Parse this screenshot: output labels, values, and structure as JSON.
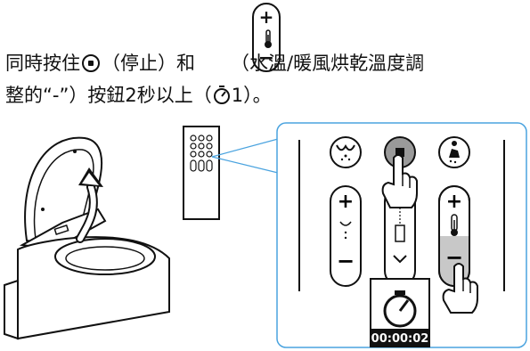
{
  "instruction": {
    "part1": "同時按住",
    "part2": "（停止）和",
    "part3": "（水溫/暖風烘乾溫度調",
    "line2_part1": "整的“-”）按鈕2秒以上（",
    "line2_timer_count": "1",
    "line2_part2": "）。",
    "plus": "+",
    "minus": "−"
  },
  "panel": {
    "plus_left": "+",
    "minus_left": "−",
    "plus_right": "+",
    "minus_right": "−",
    "timer_display": "00:00:02"
  },
  "colors": {
    "stop_button": "#9a9a9a",
    "highlight": "#c8c8c8",
    "callout_border": "#4aa3df",
    "timer_bg": "#111111"
  }
}
